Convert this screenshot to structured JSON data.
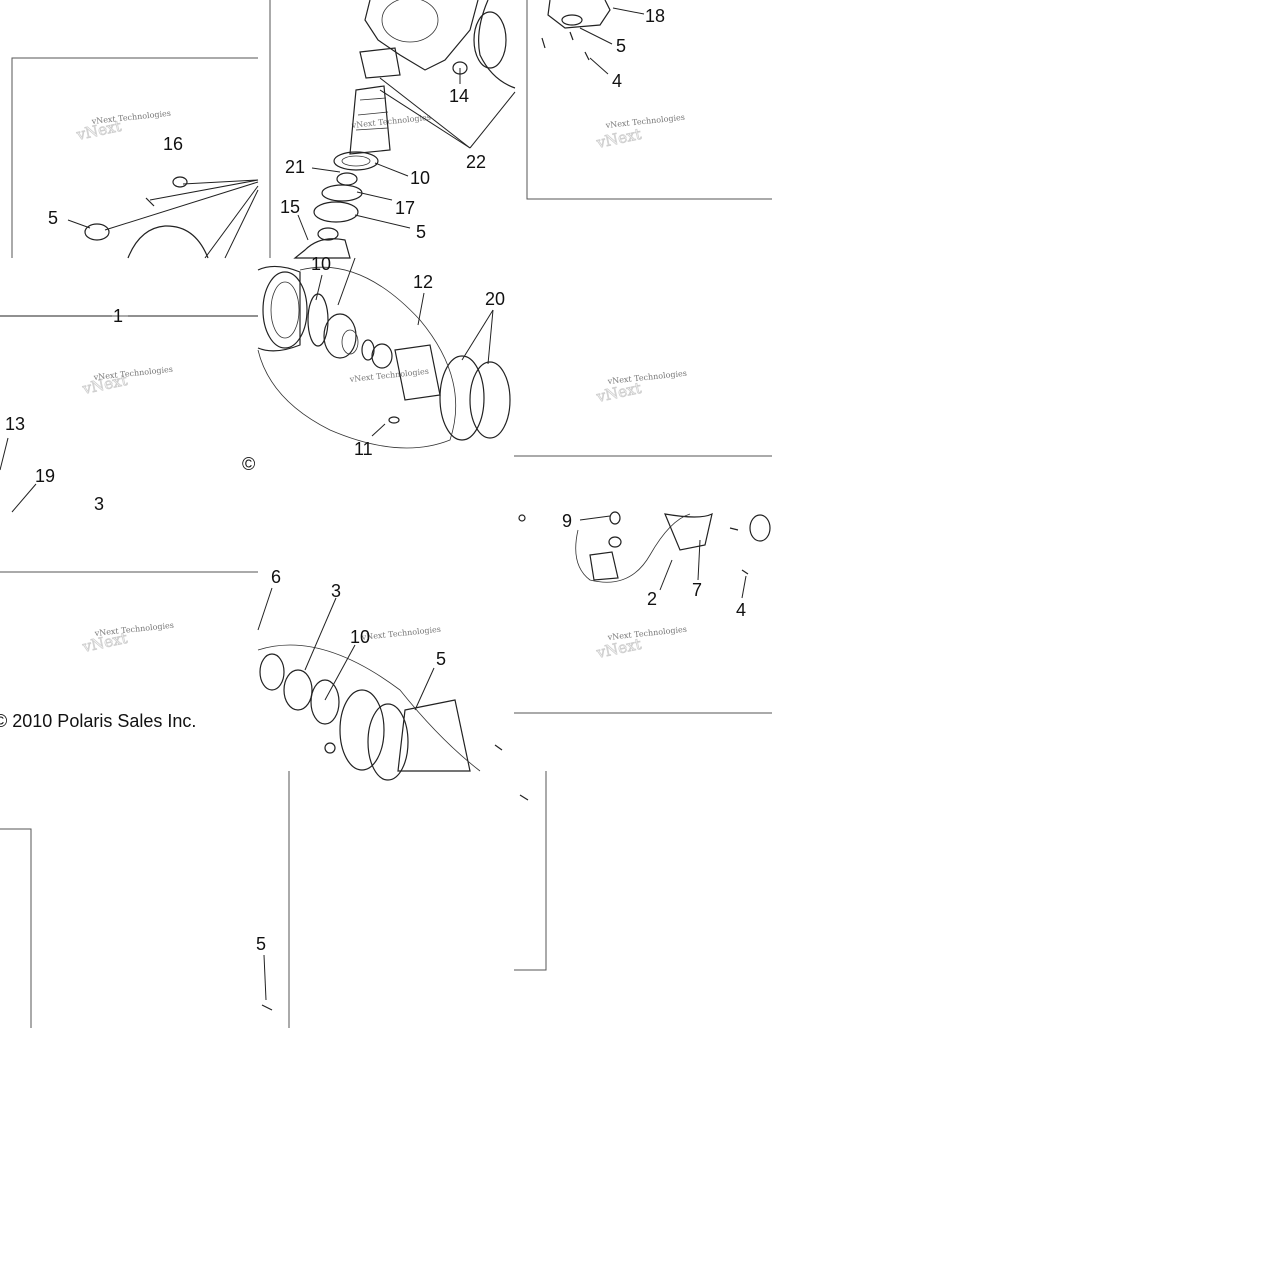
{
  "copyright": "© 2010 Polaris Sales Inc.",
  "copyright_symbol": "©",
  "watermark": {
    "text": "vNext Technologies"
  },
  "callouts": [
    {
      "id": "c18",
      "label": "18"
    },
    {
      "id": "c5a",
      "label": "5"
    },
    {
      "id": "c4a",
      "label": "4"
    },
    {
      "id": "c14",
      "label": "14"
    },
    {
      "id": "c16",
      "label": "16"
    },
    {
      "id": "c5b",
      "label": "5"
    },
    {
      "id": "c22",
      "label": "22"
    },
    {
      "id": "c21",
      "label": "21"
    },
    {
      "id": "c10a",
      "label": "10"
    },
    {
      "id": "c17",
      "label": "17"
    },
    {
      "id": "c15",
      "label": "15"
    },
    {
      "id": "c5c",
      "label": "5"
    },
    {
      "id": "c10b",
      "label": "10"
    },
    {
      "id": "c12",
      "label": "12"
    },
    {
      "id": "c20",
      "label": "20"
    },
    {
      "id": "c1",
      "label": "1"
    },
    {
      "id": "c13",
      "label": "13"
    },
    {
      "id": "c19",
      "label": "19"
    },
    {
      "id": "c3a",
      "label": "3"
    },
    {
      "id": "c11",
      "label": "11"
    },
    {
      "id": "c9",
      "label": "9"
    },
    {
      "id": "c2",
      "label": "2"
    },
    {
      "id": "c7",
      "label": "7"
    },
    {
      "id": "c4b",
      "label": "4"
    },
    {
      "id": "c6",
      "label": "6"
    },
    {
      "id": "c3b",
      "label": "3"
    },
    {
      "id": "c10c",
      "label": "10"
    },
    {
      "id": "c5d",
      "label": "5"
    },
    {
      "id": "c5e",
      "label": "5"
    }
  ]
}
